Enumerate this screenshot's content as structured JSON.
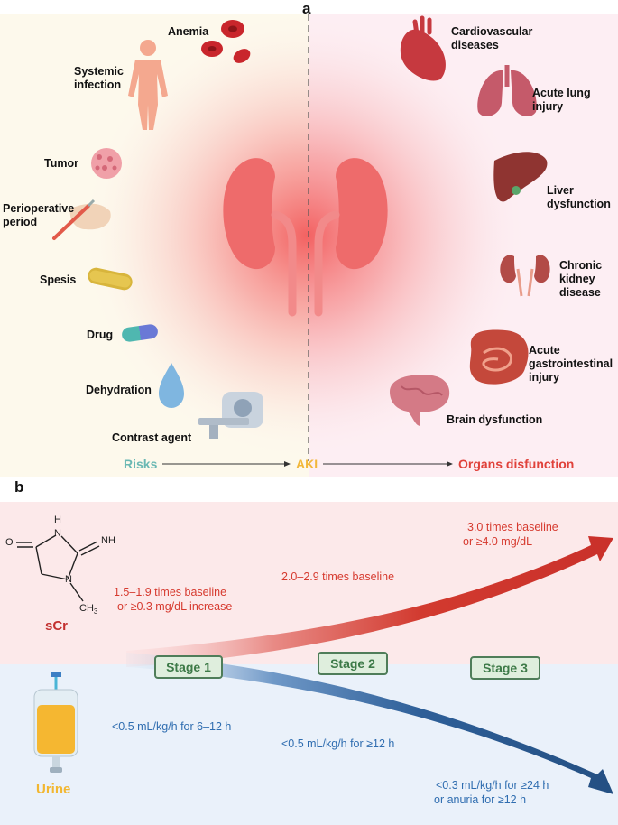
{
  "panel_a": {
    "letter": "a",
    "risks": [
      "Anemia",
      "Systemic infection",
      "Tumor",
      "Perioperative period",
      "Spesis",
      "Drug",
      "Dehydration",
      "Contrast agent"
    ],
    "organs": [
      "Cardiovascular diseases",
      "Acute lung injury",
      "Liver dysfunction",
      "Chronic kidney disease",
      "Acute gastrointestinal injury",
      "Brain dysfunction"
    ],
    "flow": {
      "risks": "Risks",
      "aki": "AKI",
      "organs": "Organs disfunction"
    }
  },
  "panel_b": {
    "letter": "b",
    "scr": {
      "label": "sCr",
      "atoms": {
        "h_top": "H",
        "o": "O",
        "n_top": "N",
        "nh": "NH",
        "n_bottom": "N",
        "ch3": "CH",
        "ch3_sub": "3"
      }
    },
    "urine_label": "Urine",
    "stages": [
      "Stage 1",
      "Stage 2",
      "Stage 3"
    ],
    "scr_criteria": {
      "s1_line1": "1.5–1.9 times baseline",
      "s1_line2": "or ≥0.3 mg/dL increase",
      "s2": "2.0–2.9 times baseline",
      "s3_line1": "3.0 times baseline",
      "s3_line2": "or ≥4.0 mg/dL"
    },
    "urine_criteria": {
      "s1": "<0.5 mL/kg/h for 6–12 h",
      "s2": "<0.5 mL/kg/h for ≥12 h",
      "s3_line1": "<0.3 mL/kg/h for ≥24 h",
      "s3_line2": "or anuria for ≥12 h"
    }
  },
  "colors": {
    "risk_bg": "#fdf9ec",
    "organ_bg": "#fdeef3",
    "red": "#d63a2f",
    "blue": "#2f6db0",
    "stage_green": "#3d7a48",
    "urine": "#f5b731"
  }
}
